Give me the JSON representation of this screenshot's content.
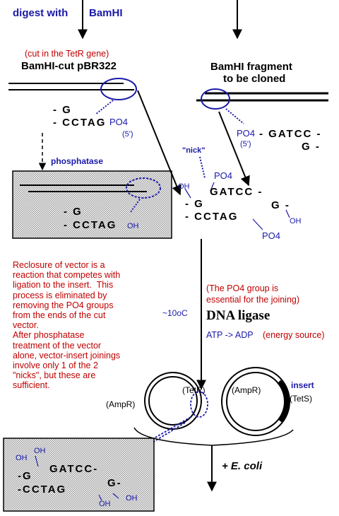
{
  "header": {
    "step_label": "digest with",
    "enzyme": "BamHI"
  },
  "vector": {
    "cut_note": "(cut in the TetR gene)",
    "title": "BamHI-cut pBR322",
    "end_top": "- G",
    "end_bottom": "- CCTAG",
    "phosphate": "PO4",
    "prime": "(5')"
  },
  "fragment": {
    "title_line1": "BamHI fragment",
    "title_line2": "to be cloned",
    "phosphate": "PO4",
    "prime": "(5')",
    "end_top": "- GATCC -",
    "end_bottom": "G -"
  },
  "phosphatase": {
    "label": "phosphatase",
    "end_top": "- G",
    "end_bottom": "- CCTAG",
    "hydroxyl": "OH"
  },
  "joined": {
    "nick_label": "\"nick\"",
    "oh_left": "OH",
    "po4_top": "PO4",
    "left_top": "- G",
    "left_bottom": "- CCTAG",
    "right_top": "GATCC -",
    "right_g": "G -",
    "oh_right": "OH",
    "po4_bottom": "PO4"
  },
  "note_reclosure": "Reclosure of vector is a\nreaction that competes with\nligation to the insert.  This\nprocess is eliminated by\nremoving the PO4 groups\nfrom the ends of the cut\nvector.\nAfter phosphatase\ntreatment of the vector\nalone, vector-insert joinings\ninvolve only 1 of the 2\n\"nicks\", but these are\nsufficient.",
  "ligation": {
    "po4_note_line1": "(The PO4 group is",
    "po4_note_line2": "essential for the joining)",
    "temperature": "~10oC",
    "enzyme": "DNA ligase",
    "energy_blue": "ATP -> ADP",
    "energy_red": "(energy source)"
  },
  "plasmid": {
    "amp_left": "(AmpR)",
    "tet_left": "(TetR)",
    "amp_right": "(AmpR)",
    "insert_label": "insert",
    "tet_right": "(TetS)"
  },
  "final": {
    "oh_1": "OH",
    "oh_2": "OH",
    "left_top": "-G",
    "left_bottom": "-CCTAG",
    "right_top": "GATCC-",
    "right_g": "G-",
    "oh_3": "OH",
    "oh_4": "OH",
    "transform": "+ E. coli"
  },
  "colors": {
    "text_blue": "#1a1aa8",
    "text_red": "#c00000",
    "box_fill": "#d8d8d8"
  }
}
